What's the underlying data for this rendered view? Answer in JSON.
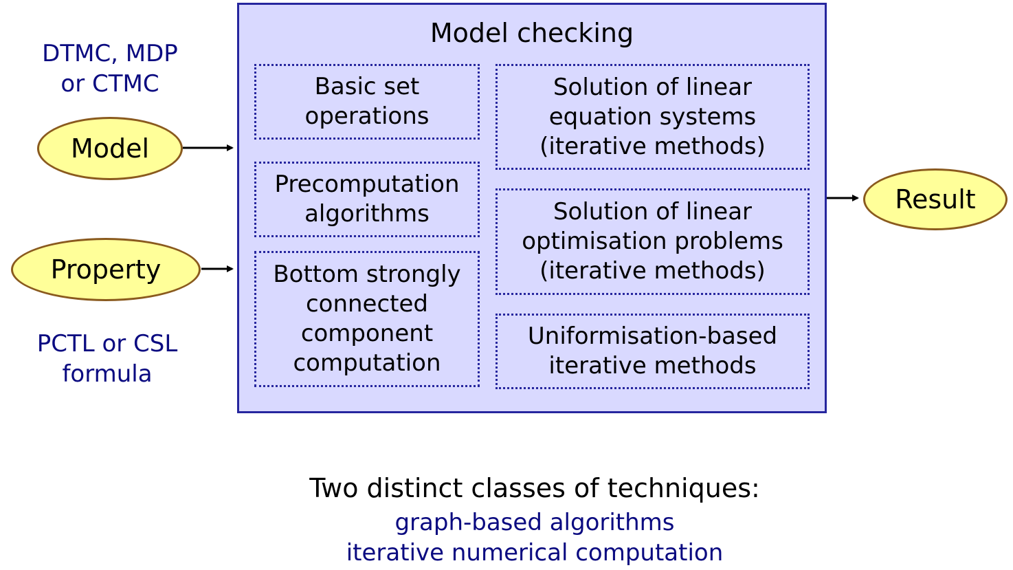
{
  "left_top_label": [
    "DTMC, MDP",
    "or CTMC"
  ],
  "left_bottom_label": [
    "PCTL or CSL",
    "formula"
  ],
  "inputs": {
    "model": "Model",
    "property": "Property"
  },
  "output": "Result",
  "main_box": {
    "title": "Model checking",
    "left_column": [
      "Basic set\noperations",
      "Precomputation\nalgorithms",
      "Bottom strongly\nconnected\ncomponent\ncomputation"
    ],
    "right_column": [
      "Solution of linear\nequation systems\n(iterative methods)",
      "Solution of linear\noptimisation problems\n(iterative methods)",
      "Uniformisation-based\niterative methods"
    ]
  },
  "footer": {
    "heading": "Two distinct classes of techniques:",
    "items": [
      "graph-based algorithms",
      "iterative numerical computation"
    ]
  },
  "colors": {
    "box_fill": "#d9d9ff",
    "box_border": "#26269e",
    "ellipse_fill": "#ffff99",
    "ellipse_border": "#8a5a1e",
    "label_text": "#0a0a80"
  }
}
